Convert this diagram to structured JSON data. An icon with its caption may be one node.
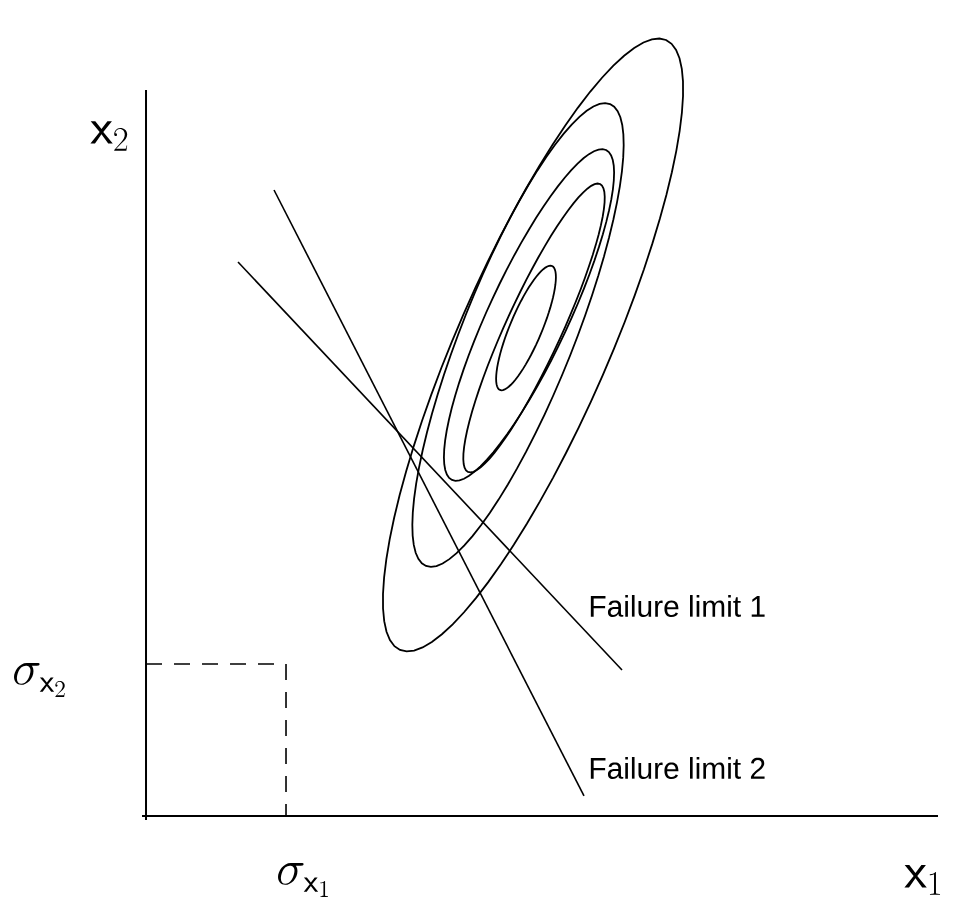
{
  "diagram": {
    "labels": [
      "\\mathsf{x}_{2}",
      "\\sigma_{\\mathsf{x}_{2}}",
      "Failure limit 1",
      "Failure limit 2",
      "\\sigma_{\\mathsf{x}_{1}}",
      "\\mathsf{x}_{1}"
    ]
  }
}
